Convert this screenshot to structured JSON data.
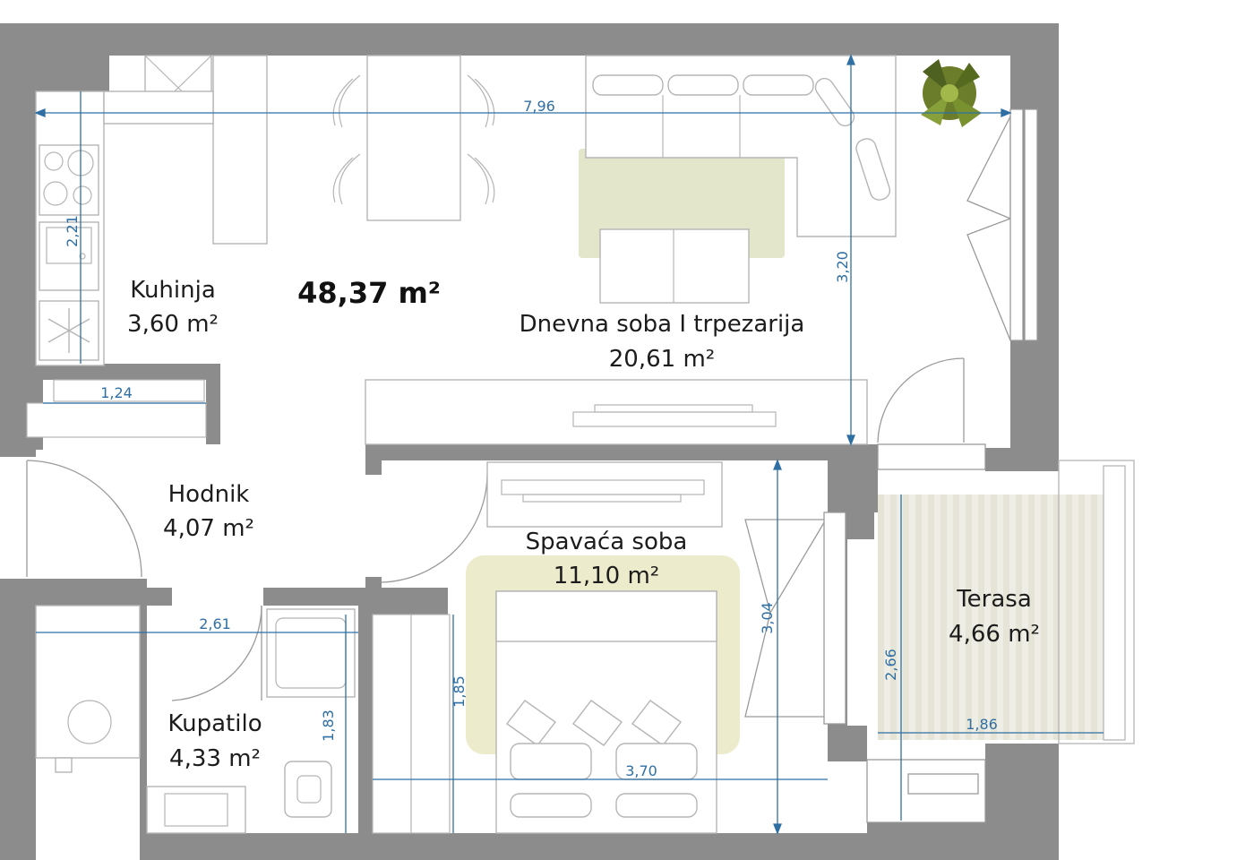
{
  "colors": {
    "wall": "#8c8c8c",
    "dimension": "#2f6fa3",
    "rug": "#e4e6cc",
    "bed_rug": "#ecebcb",
    "terrace_floor": "#ecebe4"
  },
  "total_area": "48,37 m²",
  "rooms": {
    "kuhinja": {
      "name": "Kuhinja",
      "area": "3,60 m²"
    },
    "dnevna": {
      "name": "Dnevna soba I trpezarija",
      "area": "20,61 m²"
    },
    "hodnik": {
      "name": "Hodnik",
      "area": "4,07 m²"
    },
    "spavaca": {
      "name": "Spavaća soba",
      "area": "11,10 m²"
    },
    "terasa": {
      "name": "Terasa",
      "area": "4,66 m²"
    },
    "kupatilo": {
      "name": "Kupatilo",
      "area": "4,33 m²"
    }
  },
  "dimensions": {
    "living_width": "7,96",
    "kitchen_height": "2,21",
    "living_height": "3,20",
    "hall_width": "1,24",
    "bath_width": "2,61",
    "bath_height": "1,83",
    "bedroom_wardrobe": "1,85",
    "bedroom_height": "3,04",
    "bedroom_width": "3,70",
    "terrace_height": "2,66",
    "terrace_width": "1,86"
  },
  "icons": [
    "plant-icon",
    "snowflake-icon",
    "stove-icon",
    "sink-icon",
    "bed-icon",
    "toilet-icon",
    "shower-icon",
    "washing-machine-icon"
  ]
}
